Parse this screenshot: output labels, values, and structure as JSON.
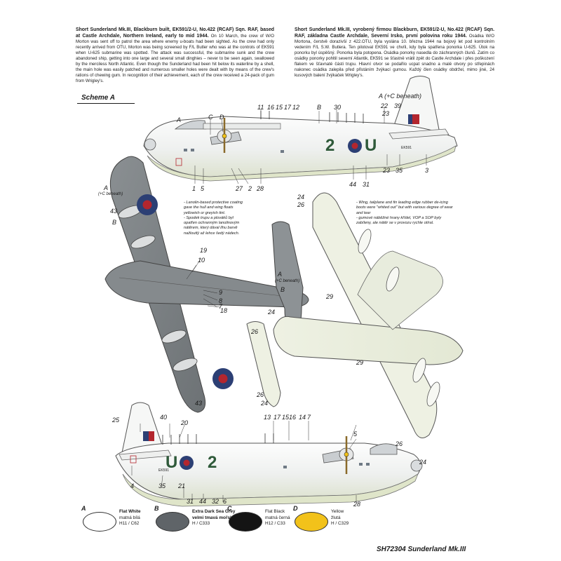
{
  "intro_en": {
    "lead": "Short Sunderland Mk.III, Blackburn built, EK591/2-U, No.422 (RCAF) Sqn. RAF, based at Castle Archdale, Northern Ireland, early to mid 1944.",
    "body": "On 10 March, the crew of W/O Morton was sent off to patrol the area where enemy u-boats had been sighted. As the crew had only recently arrived from OTU, Morton was being screened by F/L Butler who was at the controls of EK591 when U-625 submarine was spotted. The attack was successful, the submarine sunk and the crew abandoned ship, getting into one large and several small dinghies – never to be seen again, swallowed by the merciless North Atlantic. Even though the Sunderland had been hit below its waterline by a shell, the main hole was easily patched and numerous smaller holes were dealt with by means of the crew's rations of chewing gum. In recognition of their achievement, each of the crew received a 24-pack of gum from Wrigley's."
  },
  "intro_cz": {
    "lead": "Short Sunderland Mk.III, vyrobený firmou Blackburn, EK591/2-U, No.422 (RCAF) Sqn. RAF, základna Castle Archdale, Severní Irsko, první polovina roku 1944.",
    "body": "Osádka W/O Mortona, čerstvě dorazivší z 422.OTU, byla vyslána 10. března 1944 na bojový let pod kontrolním vedením F/L S.W. Butlera. Ten pilotoval EK591 ve chvíli, kdy byla spatřena ponorka U-625. Útok na ponorku byl úspěšný. Ponorka byla potopena. Osádka ponorky nasedla do záchranných člunů. Zatím co osádky ponorky pohltil severní Atlantik, EK591 se šťastně vrátil zpět do Castle Archdale i přes poškození flakem ve šťavnaté části trupu. Hlavní otvor se podařilo ucpat snadno a malé otvory po střepinách nakonec osádka zalepila před přistáním žvýkací gumou. Každý člen osádky obdržel, mimo jiné, 24 kusových balení žvýkaček Wrigley's."
  },
  "scheme": {
    "label": "Scheme A"
  },
  "top_side": {
    "codes": "2 U",
    "serial": "EK591",
    "callouts_top": [
      "C",
      "D",
      "11",
      "16",
      "15",
      "17",
      "12",
      "B",
      "30",
      "22",
      "23",
      "39"
    ],
    "callout_a_beneath": "A (+C beneath)",
    "callout_a": "A",
    "callouts_bottom": [
      "1",
      "5",
      "27",
      "2",
      "28",
      "44",
      "31",
      "23",
      "35",
      "3"
    ]
  },
  "upper_view": {
    "callouts": [
      "A",
      "(+C beneath)",
      "43",
      "B",
      "19",
      "10",
      "9",
      "8",
      "7",
      "18",
      "43"
    ],
    "tail_callout": "A",
    "tail_callout_sub": "(+C beneath)",
    "tail_callout_b": "B"
  },
  "lower_view": {
    "callouts": [
      "24",
      "26",
      "29",
      "29",
      "24",
      "26",
      "26",
      "24",
      "26",
      "24"
    ]
  },
  "notes": {
    "lanolin_en": "- Lanolin-based protective coating gave the hull and wing floats yellowish or greyish tint.",
    "lanolin_cz": "- Spodek trupu a plováků byl opatřen ochranným lanolinovým nátěrem, který dával lihu barvě nažloutlý až lehce šedý nádech.",
    "deice_en": "- Wing, tailplane and fin leading edge rubber de-icing boots were \"whited out\" but with various degree of wear and tear",
    "deice_cz": "- gumové náběžné hrany křídel, VOP a SOP byly zabíleny, ale nátěr se v provozu rychle otíral."
  },
  "bottom_side": {
    "codes": "U 2",
    "serial": "EK591",
    "callouts_top": [
      "25",
      "40",
      "20",
      "13",
      "17",
      "15",
      "16",
      "14",
      "7",
      "5"
    ],
    "callouts_bottom": [
      "4",
      "35",
      "21",
      "31",
      "44",
      "32",
      "6",
      "28",
      "26",
      "24"
    ]
  },
  "legend": [
    {
      "letter": "A",
      "name": "Flat White",
      "name_cz": "matná bílá",
      "code": "H11 / C62",
      "color": "#ffffff"
    },
    {
      "letter": "B",
      "name": "Extra Dark Sea Grey",
      "name_cz": "velmi tmavá mořská šedá",
      "code": "H / C333",
      "color": "#5f6468"
    },
    {
      "letter": "C",
      "name": "Flat Black",
      "name_cz": "matná černá",
      "code": "H12 / C33",
      "color": "#141414"
    },
    {
      "letter": "D",
      "name": "Yellow",
      "name_cz": "žlutá",
      "code": "H / C329",
      "color": "#f2c21a"
    }
  ],
  "footer": {
    "title": "SH72304 Sunderland Mk.III"
  }
}
